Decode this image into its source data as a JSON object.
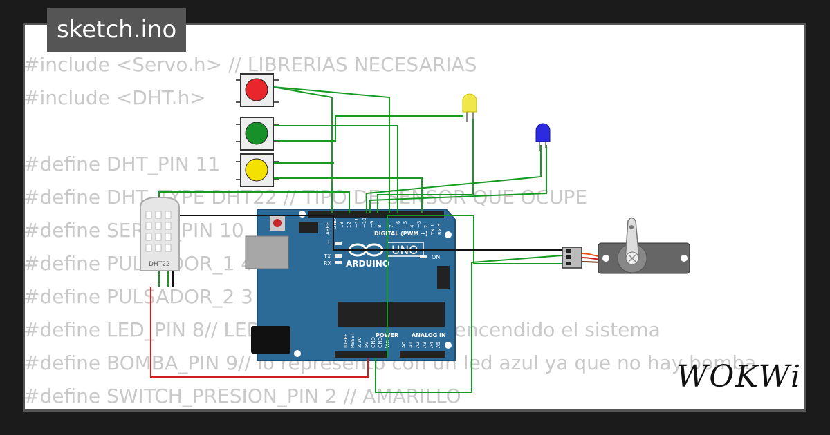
{
  "tab": {
    "title": "sketch.ino"
  },
  "code_lines": [
    "#include <Servo.h> // LIBRERIAS NECESARIAS",
    "#include <DHT.h>",
    "",
    "#define DHT_PIN 11",
    "#define DHT_TYPE DHT22 // TIPO DE SENSOR QUE OCUPE",
    "#define SERVO_PIN 10",
    "#define PULSADOR_1 4 // pulsador verde",
    "#define PULSADOR_2 3 // pulsador rojo",
    "#define LED_PIN 8// LED indicador que esta encendido el sistema",
    "#define BOMBA_PIN 9// lo represento con un led azul ya que no hay bomba",
    "#define SWITCH_PRESION_PIN 2 // AMARILLO"
  ],
  "components": {
    "dht": {
      "label": "DHT22"
    },
    "arduino": {
      "brand": "ARDUINO",
      "model": "UNO",
      "digital_label": "DIGITAL (PWM ~)",
      "power_label": "POWER",
      "analog_label": "ANALOG IN",
      "tx_label": "TX",
      "rx_label": "RX",
      "l_label": "L",
      "on_label": "ON",
      "aref_label": "AREF",
      "gnd_label": "GND",
      "digital_pins": [
        "13",
        "12",
        "~11",
        "~10",
        "~9",
        "8",
        "7",
        "~6",
        "~5",
        "4",
        "~3",
        "2",
        "TX 1",
        "RX 0"
      ],
      "power_pins": [
        "IOREF",
        "RESET",
        "3.3V",
        "5V",
        "GND",
        "GND",
        "Vin"
      ],
      "analog_pins": [
        "A0",
        "A1",
        "A2",
        "A3",
        "A4",
        "A5"
      ]
    },
    "buttons": [
      {
        "color": "#e8262b"
      },
      {
        "color": "#17902a"
      },
      {
        "color": "#f5e100"
      }
    ],
    "leds": [
      {
        "color": "#f0e74a"
      },
      {
        "color": "#2d2be0"
      }
    ]
  },
  "colors": {
    "wire": "#159a22",
    "wire_black": "#111111",
    "wire_red": "#d41d1d",
    "board": "#2c6a98"
  },
  "branding": {
    "logo": "WOKWi"
  }
}
